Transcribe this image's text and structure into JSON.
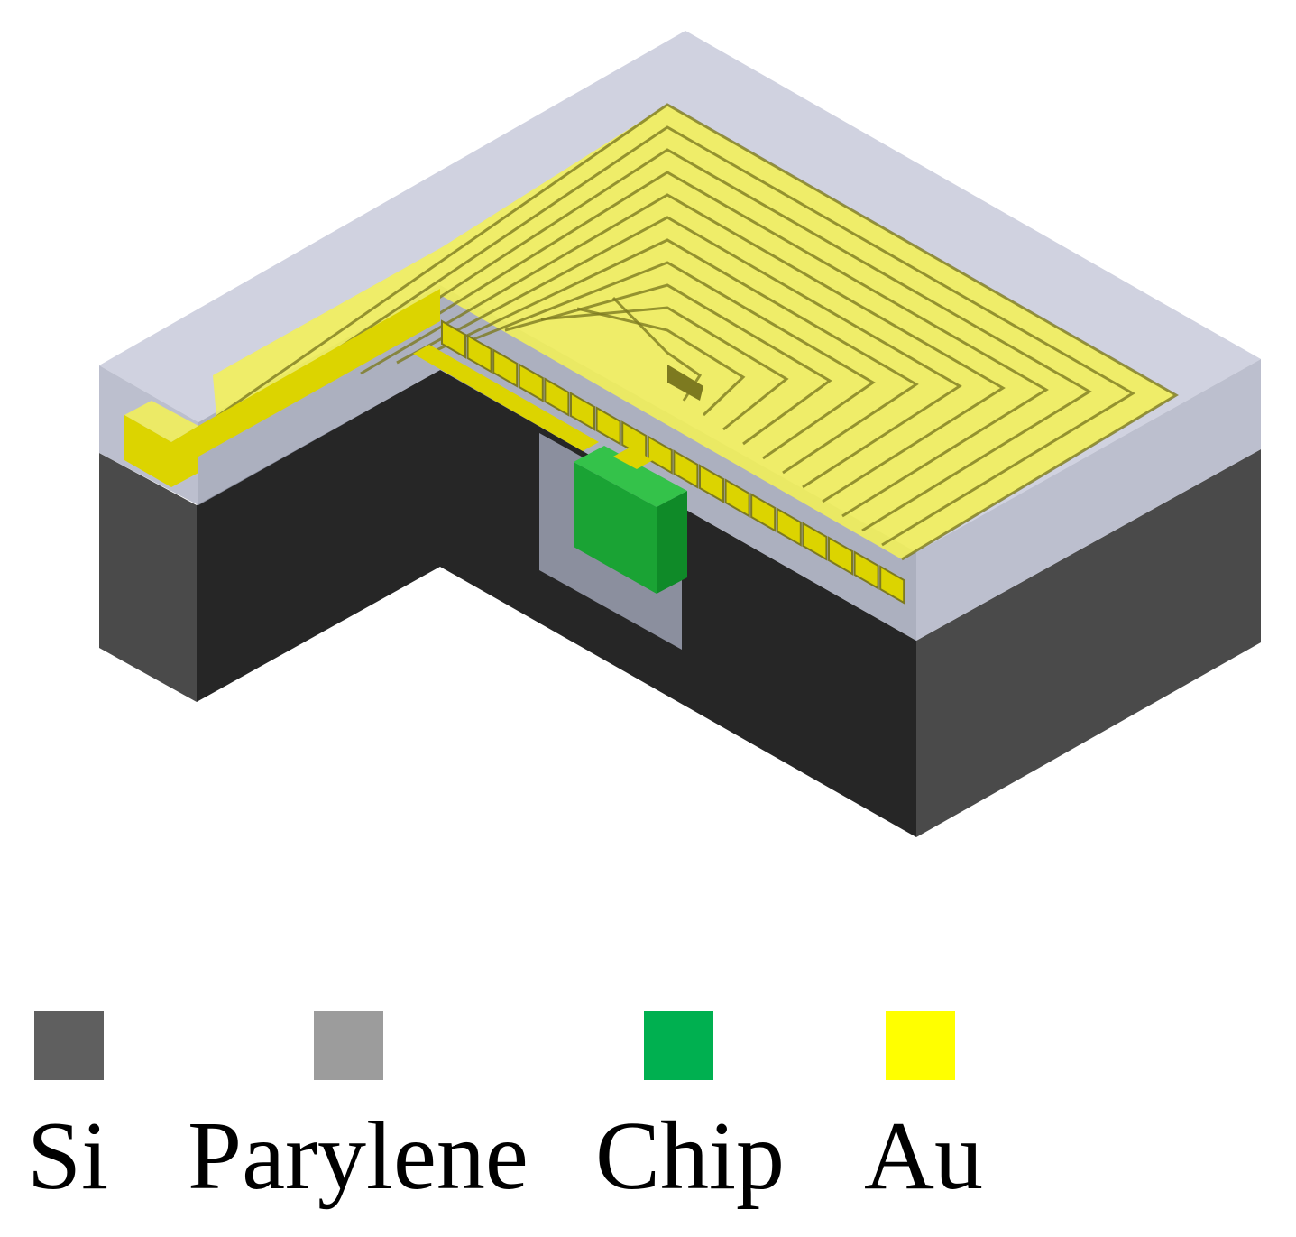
{
  "colors": {
    "si_top": "#3a3a3a",
    "si_left": "#4a4a4a",
    "si_right": "#262626",
    "parylene_top": "#c8cada",
    "parylene_left": "#b0b4c6",
    "parylene_right": "#9ea2b4",
    "chip_front": "#1aa334",
    "chip_side": "#0f8a28",
    "chip_top": "#34c24a",
    "au_fill": "#f2f058",
    "au_edge": "#7d7a20",
    "au_block": "#dcd400"
  },
  "legend": [
    {
      "label": "Si",
      "color": "#5f5f5f"
    },
    {
      "label": "Parylene",
      "color": "#9c9c9c"
    },
    {
      "label": "Chip",
      "color": "#00b050"
    },
    {
      "label": "Au",
      "color": "#ffff00"
    }
  ]
}
